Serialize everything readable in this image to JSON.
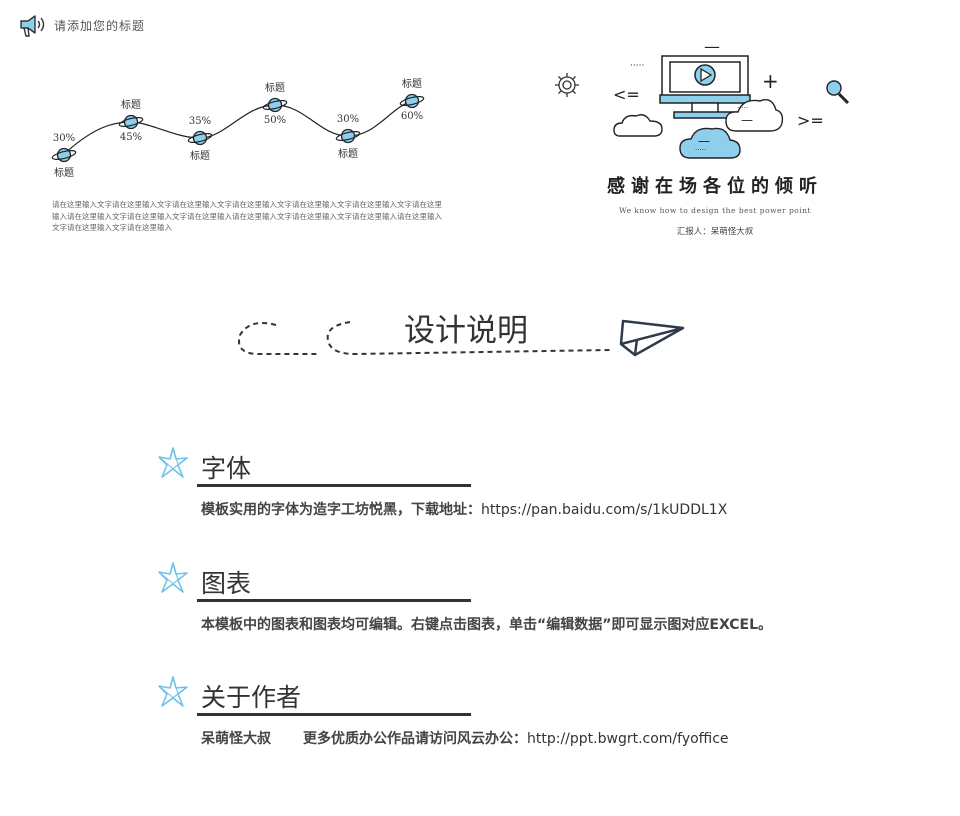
{
  "header": {
    "title": "请添加您的标题",
    "icon": "megaphone-icon"
  },
  "wave_chart": {
    "points": [
      {
        "value": "30%",
        "label": "标题",
        "label_position": "below"
      },
      {
        "value": "45%",
        "label": "标题",
        "label_position": "above"
      },
      {
        "value": "35%",
        "label": "标题",
        "label_position": "below"
      },
      {
        "value": "50%",
        "label": "标题",
        "label_position": "above"
      },
      {
        "value": "30%",
        "label": "标题",
        "label_position": "below"
      },
      {
        "value": "60%",
        "label": "标题",
        "label_position": "above"
      }
    ],
    "paragraph": "请在这里输入文字请在这里输入文字请在这里输入文字请在这里输入文字请在这里输入文字请在这里输入文字请在这里输入请在这里输入文字请在这里输入文字请在这里输入请在这里输入文字请在这里输入文字请在这里输入请在这里输入文字请在这里输入文字请在这里输入",
    "accent_color": "#8ecfee"
  },
  "thanks": {
    "title": "感谢在场各位的倾听",
    "subtitle": "We know how to design the best power point",
    "reporter": "汇报人：呆萌怪大叔",
    "glyphs": {
      "lt": "<=",
      "gt": ">=",
      "plus": "+",
      "dash": "—",
      "dots": "·····"
    }
  },
  "banner": {
    "title": "设计说明"
  },
  "sections": [
    {
      "title": "字体",
      "text": "模板实用的字体为造字工坊悦黑，下载地址：",
      "url": "https://pan.baidu.com/s/1kUDDL1X"
    },
    {
      "title": "图表",
      "text": "本模板中的图表和图表均可编辑。右键点击图表，单击“编辑数据”即可显示图对应EXCEL。",
      "url": ""
    },
    {
      "title": "关于作者",
      "text": "呆萌怪大叔",
      "text2": "更多优质办公作品请访问风云办公：",
      "url": "http://ppt.bwgrt.com/fyoffice"
    }
  ]
}
